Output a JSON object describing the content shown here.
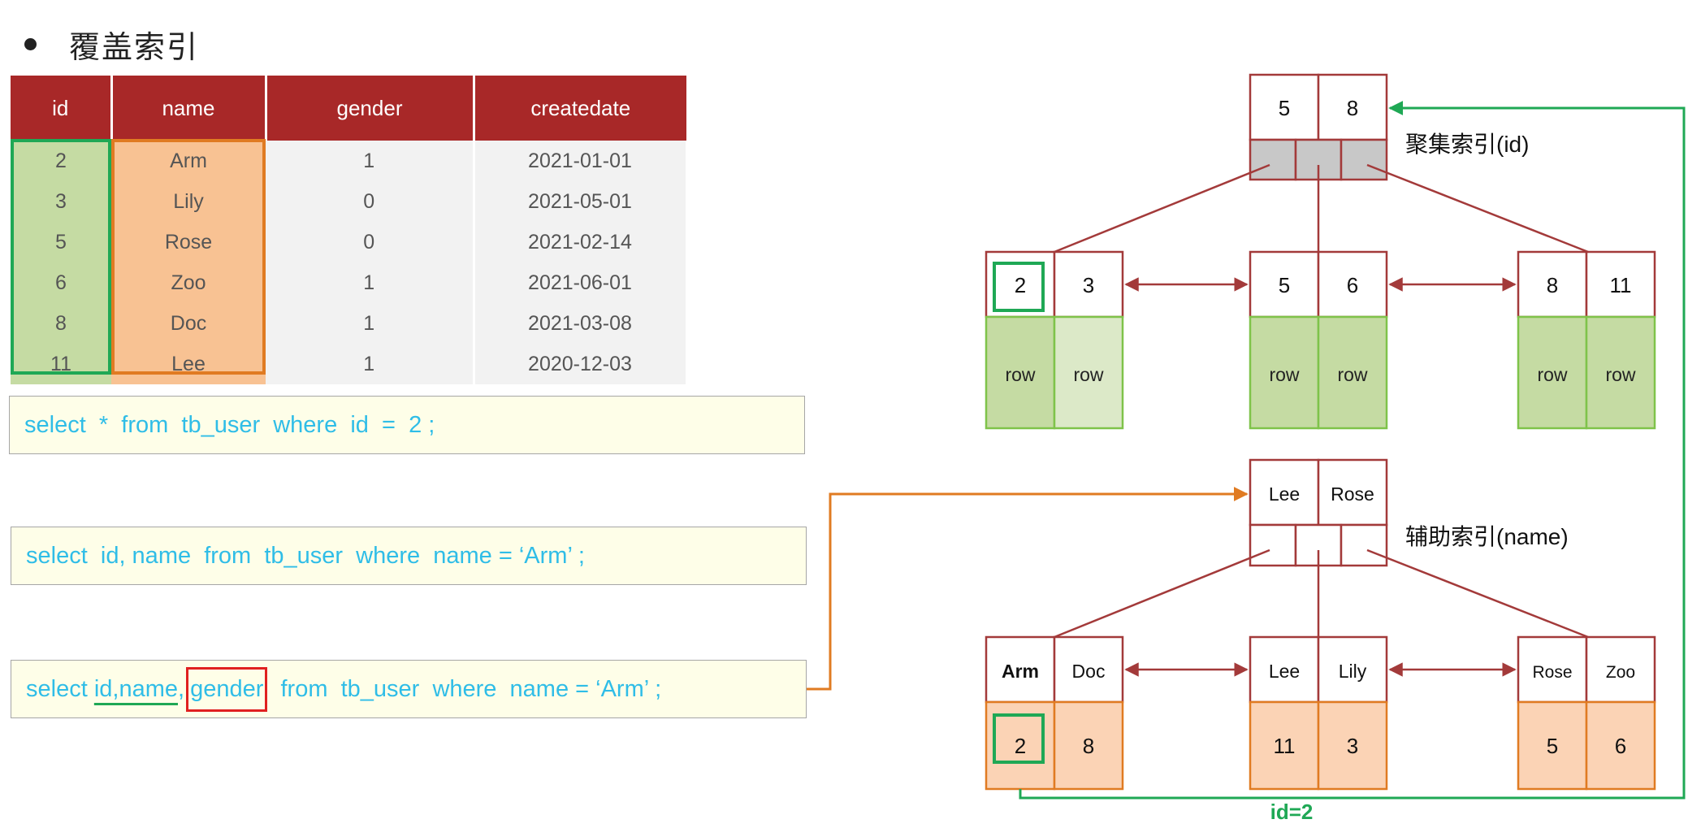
{
  "heading": "覆盖索引",
  "table": {
    "columns": [
      "id",
      "name",
      "gender",
      "createdate"
    ],
    "rows": [
      [
        "2",
        "Arm",
        "1",
        "2021-01-01"
      ],
      [
        "3",
        "Lily",
        "0",
        "2021-05-01"
      ],
      [
        "5",
        "Rose",
        "0",
        "2021-02-14"
      ],
      [
        "6",
        "Zoo",
        "1",
        "2021-06-01"
      ],
      [
        "8",
        "Doc",
        "1",
        "2021-03-08"
      ],
      [
        "11",
        "Lee",
        "1",
        "2020-12-03"
      ]
    ]
  },
  "sql": {
    "q1": "select  *  from  tb_user  where  id  =  2 ;",
    "q2": "select  id, name  from  tb_user  where  name = ‘Arm’ ;",
    "q3": {
      "prefix": "select ",
      "idname": "id,name",
      "comma": ",",
      "gender": "gender",
      "suffix": "  from  tb_user  where  name = ‘Arm’ ;"
    }
  },
  "clustered": {
    "label": "聚集索引(id)",
    "root_keys": [
      "5",
      "8"
    ],
    "leaves": [
      {
        "keys": [
          "2",
          "3"
        ],
        "rows": [
          "row",
          "row"
        ]
      },
      {
        "keys": [
          "5",
          "6"
        ],
        "rows": [
          "row",
          "row"
        ]
      },
      {
        "keys": [
          "8",
          "11"
        ],
        "rows": [
          "row",
          "row"
        ]
      }
    ]
  },
  "secondary": {
    "label": "辅助索引(name)",
    "root_keys": [
      "Lee",
      "Rose"
    ],
    "leaves": [
      {
        "keys": [
          "Arm",
          "Doc"
        ],
        "ids": [
          "2",
          "8"
        ]
      },
      {
        "keys": [
          "Lee",
          "Lily"
        ],
        "ids": [
          "11",
          "3"
        ]
      },
      {
        "keys": [
          "Rose",
          "Zoo"
        ],
        "ids": [
          "5",
          "6"
        ]
      }
    ]
  },
  "lookup_label": "id=2",
  "colors": {
    "header_red": "#a82828",
    "node_border": "#a33a3a",
    "green": "#1fa855",
    "orange": "#e07b22",
    "sql_blue": "#2fbde7",
    "highlight_red": "#e02020",
    "row_green": "#c5dba3",
    "id_orange": "#fbd3b5"
  }
}
